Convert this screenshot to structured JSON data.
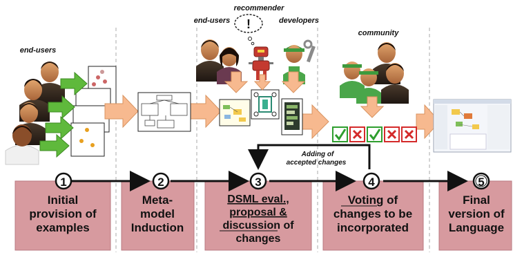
{
  "labels": {
    "end_users_left": "end-users",
    "end_users_top": "end-users",
    "recommender": "recommender",
    "developers": "developers",
    "community": "community",
    "feedback_line1": "Adding of",
    "feedback_line2": "accepted changes"
  },
  "stages": [
    {
      "number": "1",
      "lines": [
        "Initial",
        "provision of",
        "examples"
      ]
    },
    {
      "number": "2",
      "lines": [
        "Meta-",
        "model",
        "Induction"
      ]
    },
    {
      "number": "3",
      "lines": [
        "DSML eval.,",
        "proposal &",
        "discussion of",
        "changes"
      ]
    },
    {
      "number": "4",
      "lines": [
        "Voting of",
        "changes to be",
        "incorporated"
      ]
    },
    {
      "number": "5",
      "lines": [
        "Final",
        "version of",
        "Language"
      ]
    }
  ],
  "votes": [
    "accept",
    "reject",
    "accept",
    "reject",
    "reject"
  ],
  "colors": {
    "stage_box": "#d79a9f",
    "stage_border": "#b97a80",
    "orange_arrow": "#f7b98f",
    "green_arrow": "#5fb93c",
    "check": "#2e9e2e",
    "cross": "#d42a2a"
  }
}
